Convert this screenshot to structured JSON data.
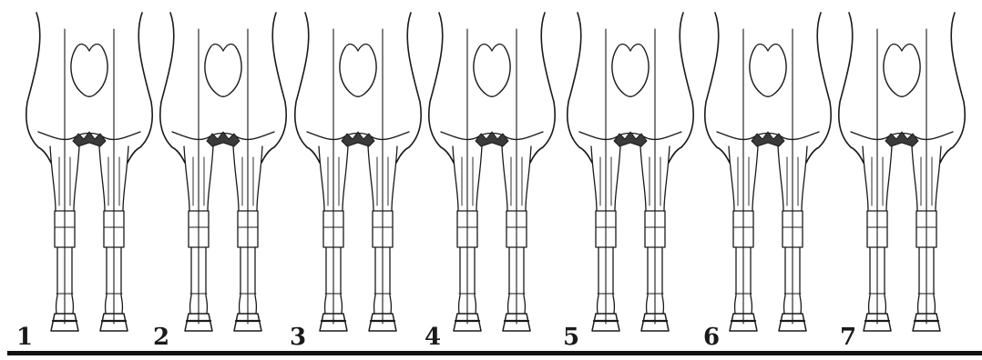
{
  "panels": [
    {
      "label": "1"
    },
    {
      "label": "2"
    },
    {
      "label": "3"
    },
    {
      "label": "4"
    },
    {
      "label": "5"
    },
    {
      "label": "6"
    },
    {
      "label": "7"
    }
  ],
  "colors": {
    "ink": "#1a1a1a",
    "background": "#ffffff"
  }
}
